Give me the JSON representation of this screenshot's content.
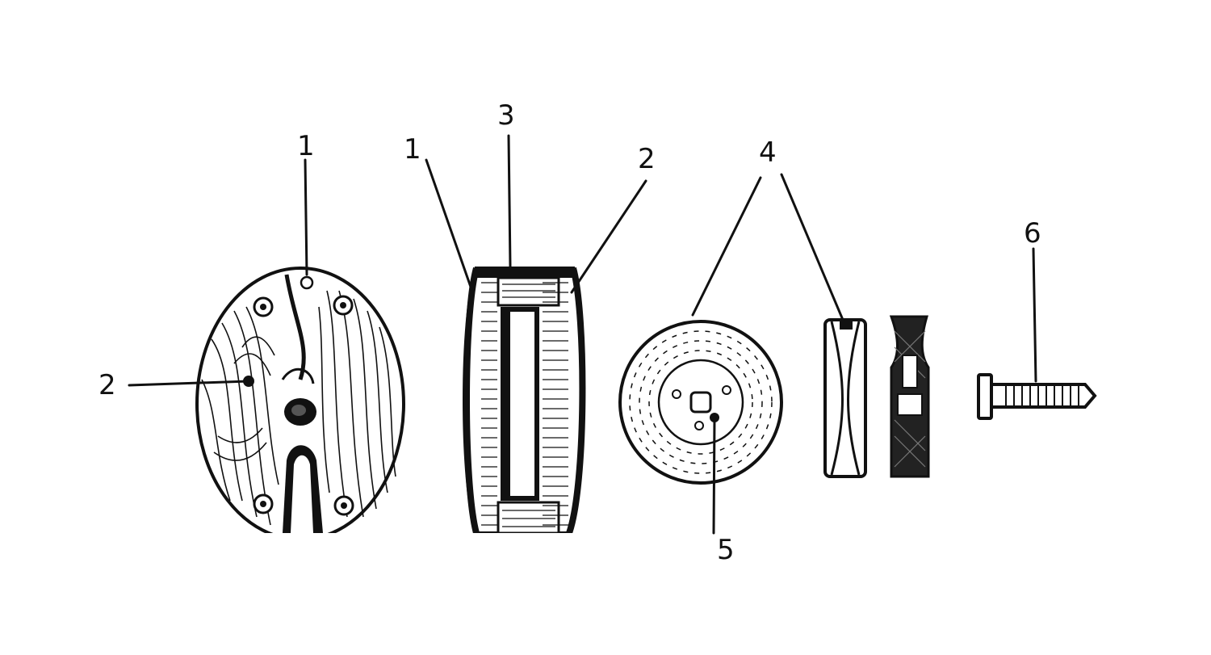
{
  "labels": {
    "block_side_1": "1",
    "block_side_2": "2",
    "shell_1": "1",
    "shell_3": "3",
    "shell_2": "2",
    "sheave_4": "4",
    "sheave_5": "5",
    "pin_6": "6"
  },
  "colors": {
    "ink": "#111111",
    "paper": "#ffffff"
  }
}
